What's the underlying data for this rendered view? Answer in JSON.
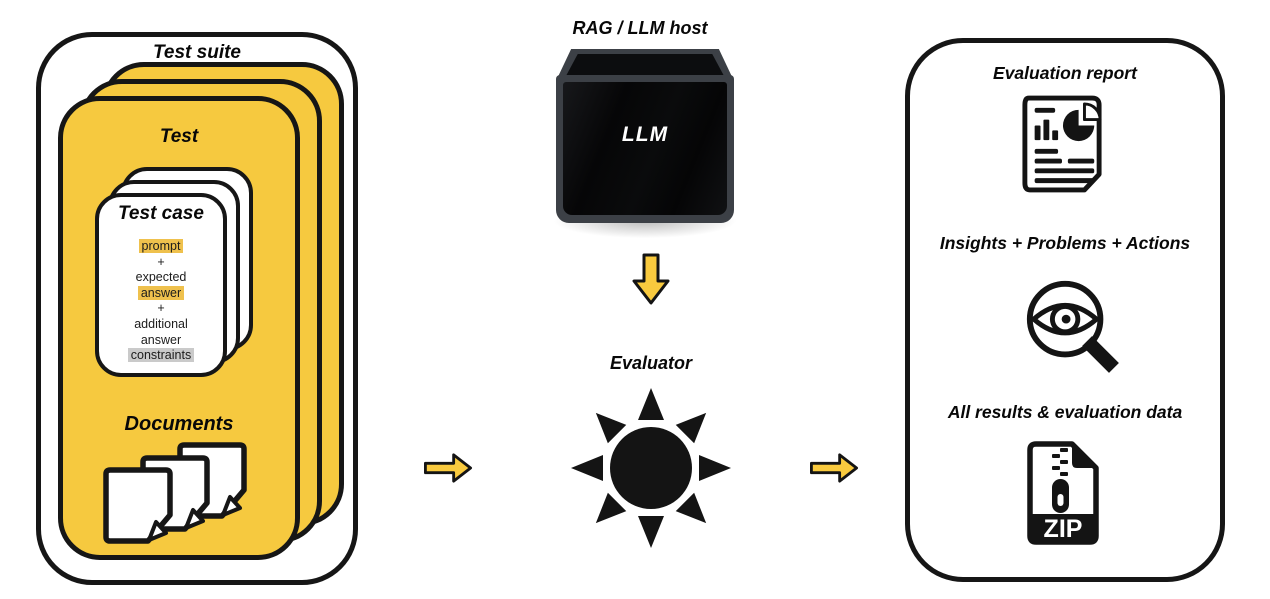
{
  "palette": {
    "card_yellow": "#F6C93F",
    "arrow_yellow": "#F9CA3E",
    "highlight_yellow": "#EFC14D",
    "highlight_gray": "#CACACA",
    "ink": "#141414"
  },
  "test_suite": {
    "title": "Test suite",
    "test": {
      "title": "Test"
    },
    "test_case": {
      "title": "Test case",
      "lines": [
        {
          "text": "prompt",
          "highlight": "yellow"
        },
        {
          "text": "+",
          "highlight": "none"
        },
        {
          "text": "expected",
          "highlight": "none"
        },
        {
          "text": "answer",
          "highlight": "yellow"
        },
        {
          "text": "+",
          "highlight": "none"
        },
        {
          "text": "additional",
          "highlight": "none"
        },
        {
          "text": "answer",
          "highlight": "none"
        },
        {
          "text": "constraints",
          "highlight": "gray"
        }
      ]
    },
    "documents": {
      "title": "Documents",
      "icon": "document-stack-icon",
      "page_count": 3
    }
  },
  "llm_host": {
    "title": "RAG / LLM host",
    "box_label": "LLM",
    "icon": "black-box-icon"
  },
  "evaluator": {
    "title": "Evaluator",
    "icon": "sun-icon"
  },
  "flow": {
    "arrows": [
      {
        "icon": "right-arrow-icon",
        "from": "test-suite",
        "to": "evaluator"
      },
      {
        "icon": "down-arrow-icon",
        "from": "llm-host",
        "to": "evaluator"
      },
      {
        "icon": "right-arrow-icon",
        "from": "evaluator",
        "to": "results-panel"
      }
    ]
  },
  "results_panel": {
    "sections": [
      {
        "title": "Evaluation report",
        "icon": "report-icon"
      },
      {
        "title": "Insights + Problems + Actions",
        "icon": "eye-magnifier-icon"
      },
      {
        "title": "All results & evaluation data",
        "icon": "zip-file-icon"
      }
    ],
    "zip_text": "ZIP"
  }
}
